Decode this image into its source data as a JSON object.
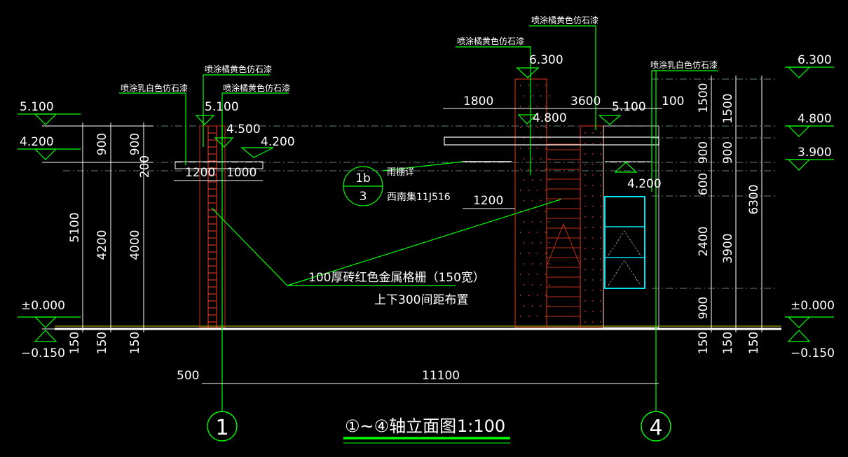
{
  "colors": {
    "background": "#000000",
    "dimension": "#ffffff",
    "leader": "#00ff00",
    "brick": "#c03018",
    "window": "#00e5ee",
    "ground": "#ffffff",
    "grating": "#ff3b30"
  },
  "finish_labels": {
    "milk_white_left": "喷涂乳白色仿石漆",
    "orange_yellow_left_1": "喷涂橘黄色仿石漆",
    "orange_yellow_left_2": "喷涂橘黄色仿石漆",
    "orange_yellow_center_1": "喷涂橘黄色仿石漆",
    "orange_yellow_center_2": "喷涂橘黄色仿石漆",
    "milk_white_right": "喷涂乳白色仿石漆"
  },
  "grating_note": {
    "line1": "100厚砖红色金属格栅（150宽）",
    "line2": "上下300间距布置"
  },
  "canopy_ref": {
    "top": "1b",
    "bottom": "3",
    "title": "雨棚详",
    "source": "西南集11J516"
  },
  "levels_left": {
    "l1": "5.100",
    "l2": "4.200",
    "l3": "±0.000",
    "l4": "−0.150"
  },
  "levels_right": {
    "r1": "6.300",
    "r2": "4.800",
    "r3": "3.900",
    "r4": "±0.000",
    "r5": "−0.150"
  },
  "levels_inner": {
    "a": "5.100",
    "b": "4.500",
    "c": "4.200",
    "d": "6.300",
    "e": "4.800",
    "f": "5.100",
    "g": "4.200"
  },
  "dims_left_vertical": {
    "d1": "5100",
    "d2": "900",
    "d3": "4200",
    "d4": "900",
    "d5": "200",
    "d6": "4000",
    "d7": "150",
    "d8": "150",
    "d9": "150"
  },
  "dims_right_vertical": {
    "d1": "1500",
    "d2": "900",
    "d3": "600",
    "d4": "2400",
    "d5": "900",
    "d6": "1500",
    "d7": "900",
    "d8": "3900",
    "d9": "6300",
    "d10": "150",
    "d11": "150",
    "d12": "150"
  },
  "dims_horizontal": {
    "h1": "1200",
    "h2": "1000",
    "h3": "1800",
    "h4": "3600",
    "h5": "100",
    "h6": "1200",
    "h7": "500",
    "h8": "11100"
  },
  "axes": {
    "left": "1",
    "right": "4"
  },
  "title": {
    "prefix": "①~④轴立面图",
    "scale": "1:100"
  }
}
